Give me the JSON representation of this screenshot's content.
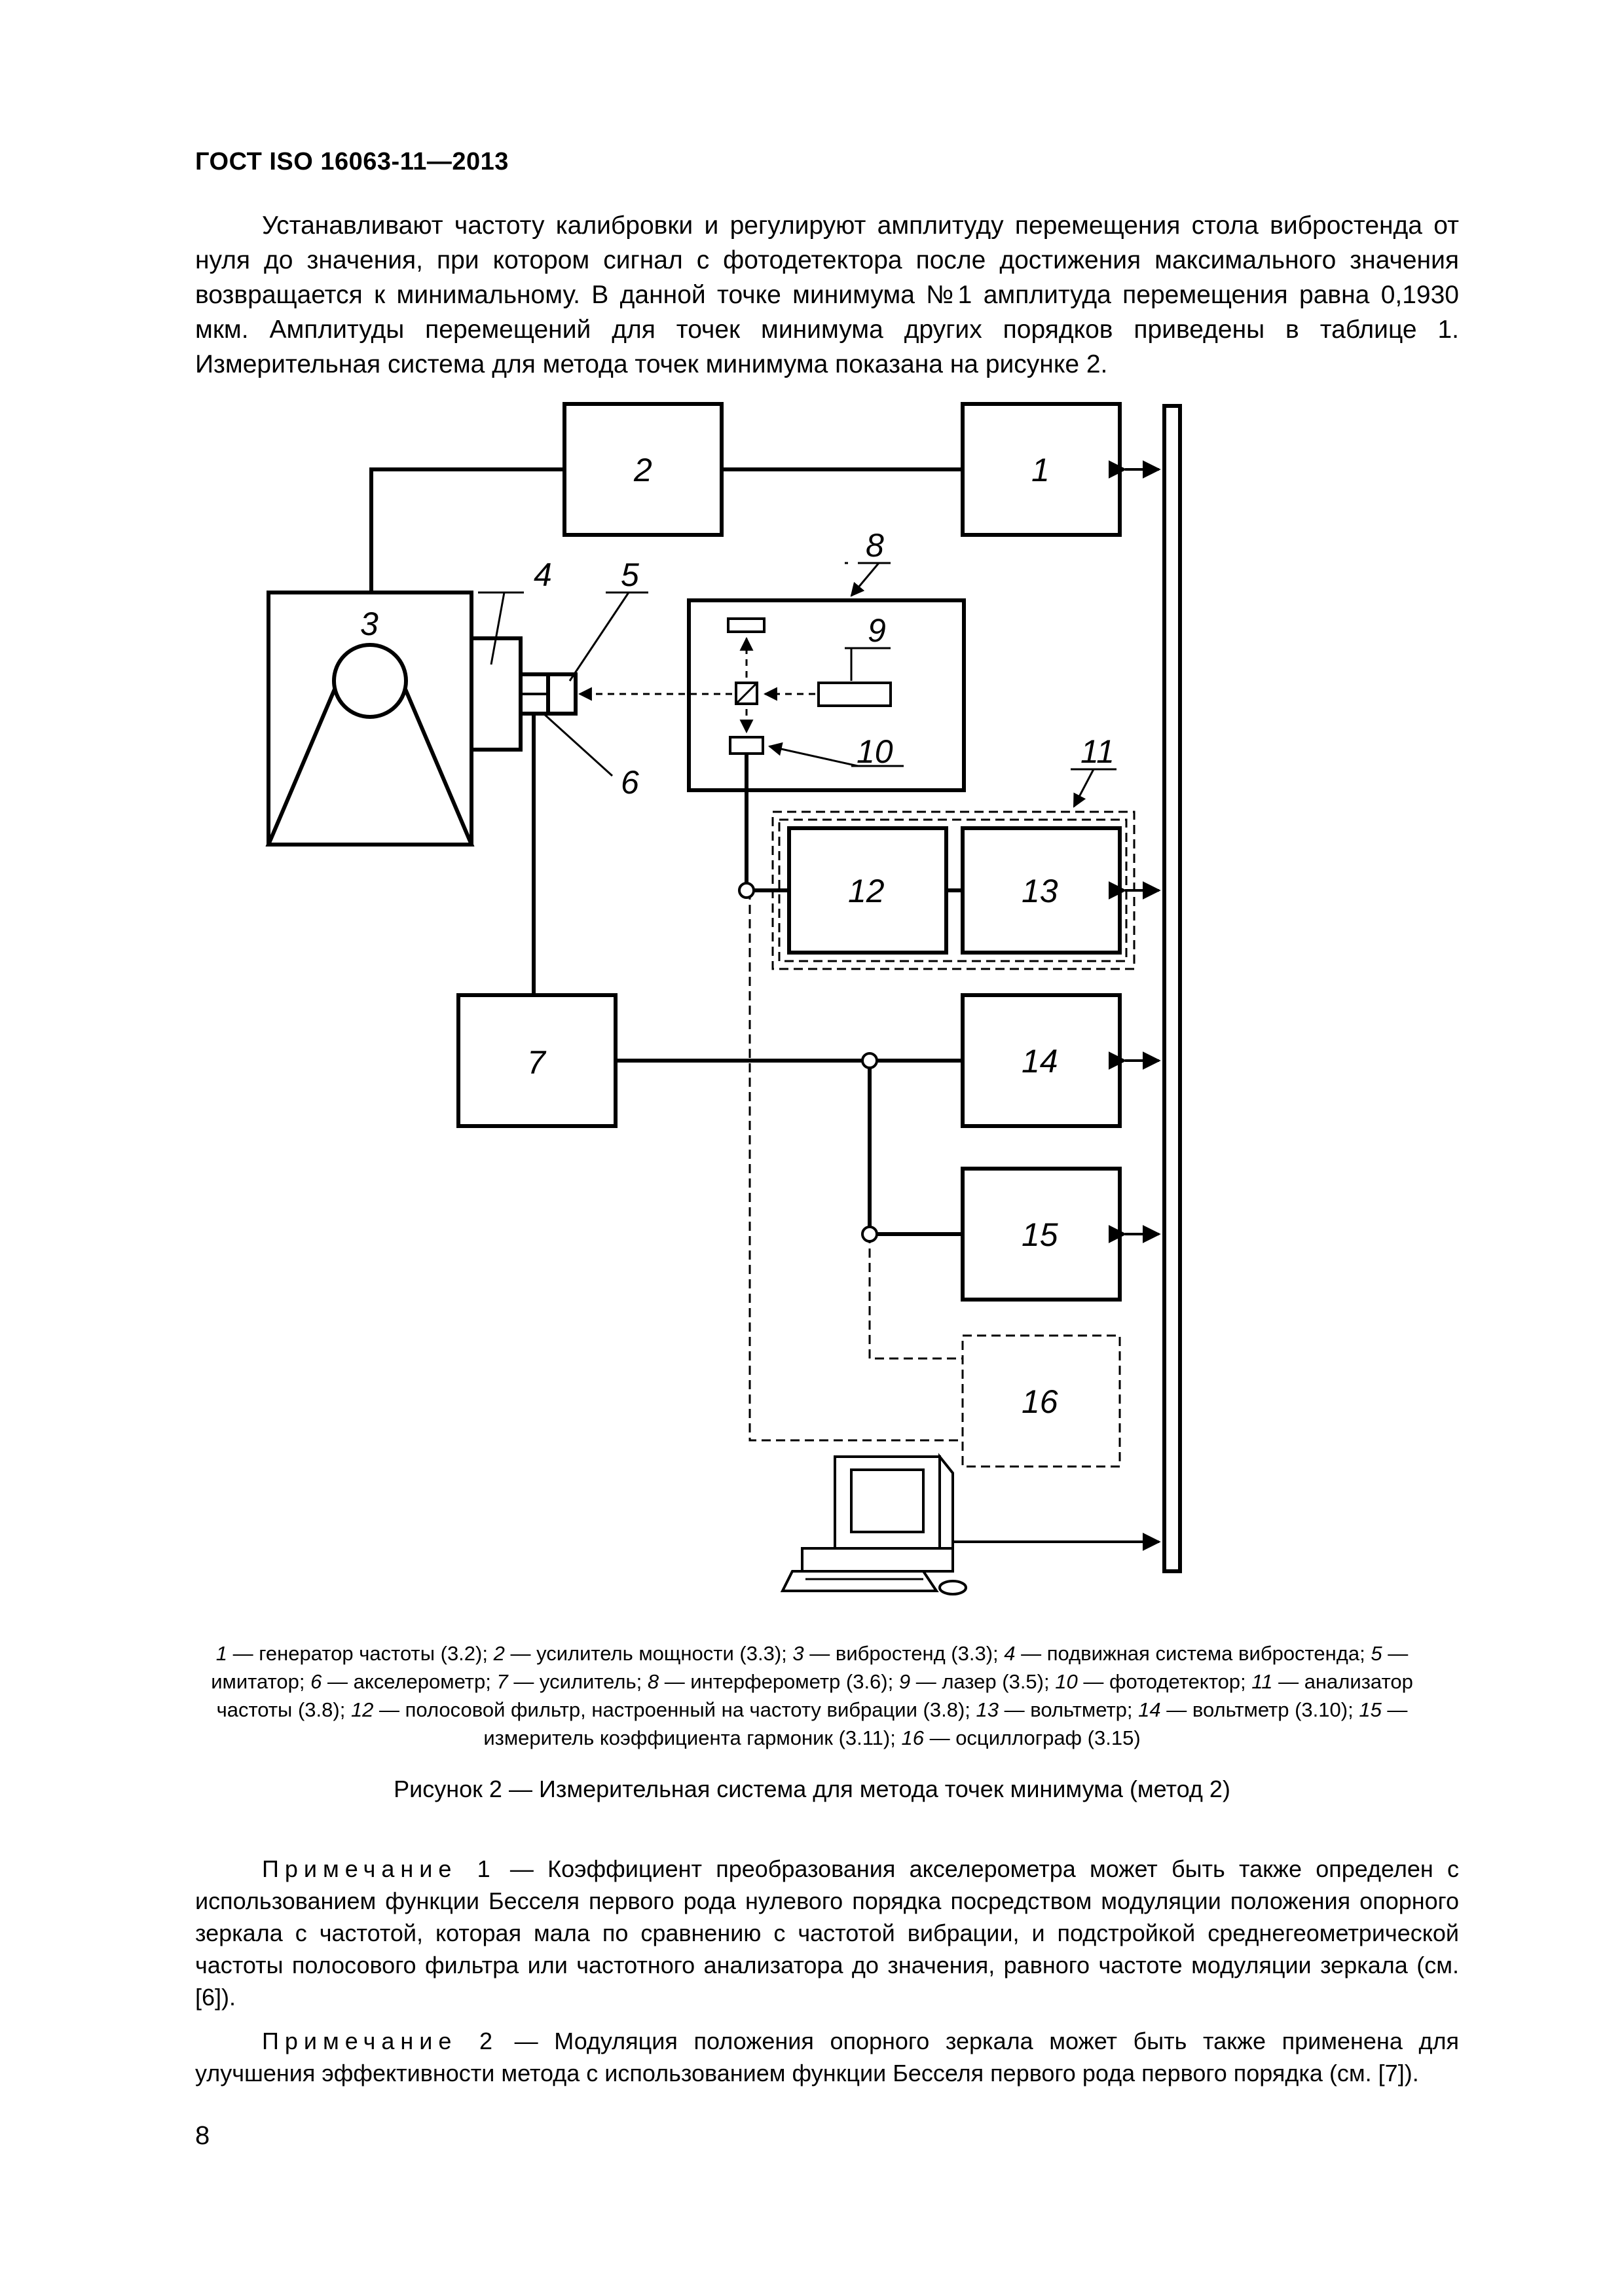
{
  "header": {
    "doc_id": "ГОСТ ISO 16063-11—2013"
  },
  "intro": {
    "text": "Устанавливают частоту калибровки и регулируют амплитуду перемещения стола вибростенда от нуля до значения, при котором сигнал с фотодетектора после достижения максимального значения возвращается к минимальному. В данной точке минимума №1 амплитуда перемещения равна 0,1930 мкм. Амплитуды перемещений для точек минимума других порядков приведены в таблице 1. Измерительная система для метода точек минимума показана на рисунке 2."
  },
  "figure": {
    "labels": {
      "b1": "1",
      "b2": "2",
      "b3": "3",
      "b4": "4",
      "b5": "5",
      "b6": "6",
      "b7": "7",
      "b8": "8",
      "b9": "9",
      "b10": "10",
      "b11": "11",
      "b12": "12",
      "b13": "13",
      "b14": "14",
      "b15": "15",
      "b16": "16"
    },
    "legend": [
      {
        "num": "1",
        "text": " — генератор частоты (3.2); "
      },
      {
        "num": "2",
        "text": " — усилитель мощности (3.3); "
      },
      {
        "num": "3",
        "text": " — вибростенд (3.3); "
      },
      {
        "num": "4",
        "text": " — подвижная система вибростенда; "
      },
      {
        "num": "5",
        "text": " — имитатор; "
      },
      {
        "num": "6",
        "text": " — акселерометр; "
      },
      {
        "num": "7",
        "text": " — усилитель; "
      },
      {
        "num": "8",
        "text": " — интерферометр (3.6); "
      },
      {
        "num": "9",
        "text": " — лазер (3.5); "
      },
      {
        "num": "10",
        "text": " — фотодетектор; "
      },
      {
        "num": "11",
        "text": " — анализатор частоты (3.8); "
      },
      {
        "num": "12",
        "text": " — полосовой фильтр, настроенный на частоту вибрации (3.8); "
      },
      {
        "num": "13",
        "text": " — вольтметр; "
      },
      {
        "num": "14",
        "text": " — вольтметр (3.10); "
      },
      {
        "num": "15",
        "text": " — измеритель коэффициента гармоник (3.11); "
      },
      {
        "num": "16",
        "text": " — осциллограф (3.15)"
      }
    ],
    "caption": "Рисунок 2 — Измерительная система для метода точек минимума (метод 2)"
  },
  "notes": [
    {
      "label": "Примечание 1",
      "text": " — Коэффициент преобразования акселерометра может быть также определен с использованием функции Бесселя первого рода нулевого порядка посредством модуляции положения опорного зеркала с частотой, которая мала по сравнению с частотой вибрации, и подстройкой среднегеометрической частоты полосового фильтра или частотного анализатора до значения, равного частоте модуляции зеркала (см. [6])."
    },
    {
      "label": "Примечание 2",
      "text": " — Модуляция положения опорного зеркала может быть также применена для улучшения эффективности метода с использованием функции Бесселя первого рода первого порядка (см. [7])."
    }
  ],
  "page_number": "8"
}
